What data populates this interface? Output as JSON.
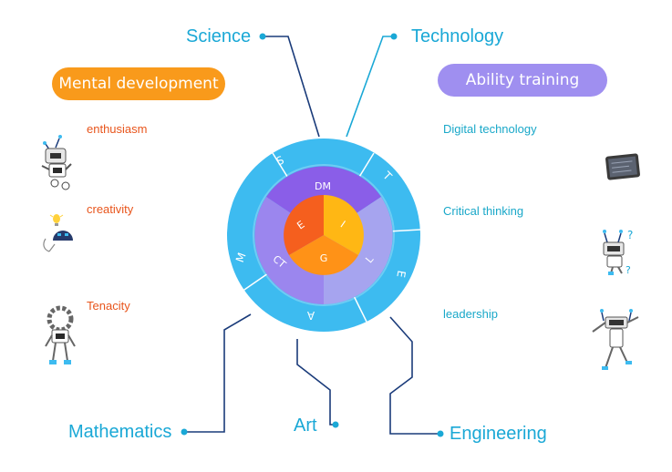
{
  "categories": {
    "science": "Science",
    "technology": "Technology",
    "mathematics": "Mathematics",
    "art": "Art",
    "engineering": "Engineering"
  },
  "mental_development": {
    "title": "Mental development",
    "items": [
      "enthusiasm",
      "creativity",
      "Tenacity"
    ]
  },
  "ability_training": {
    "title": "Ability training",
    "items": [
      "Digital technology",
      "Critical thinking",
      "leadership"
    ]
  },
  "wheel": {
    "outer_letters": {
      "s": "S",
      "t": "T",
      "e": "E",
      "a": "A",
      "m": "M"
    },
    "middle": {
      "dm": "DM",
      "ct": "CT",
      "l": "L"
    },
    "inner": {
      "e": "E",
      "i": "I",
      "g": "G"
    }
  },
  "colors": {
    "cyan": "#1aa8d6",
    "outer_ring": "#3dbbf0",
    "dm_segment": "#8a5ee8",
    "ct_segment": "#9b86ee",
    "l_segment": "#a6a4ef",
    "inner_e": "#f55f1e",
    "inner_i": "#ffb714",
    "inner_g": "#ff9217",
    "orange_pill": "#f99a1b",
    "purple_pill": "#9f8ff0"
  }
}
